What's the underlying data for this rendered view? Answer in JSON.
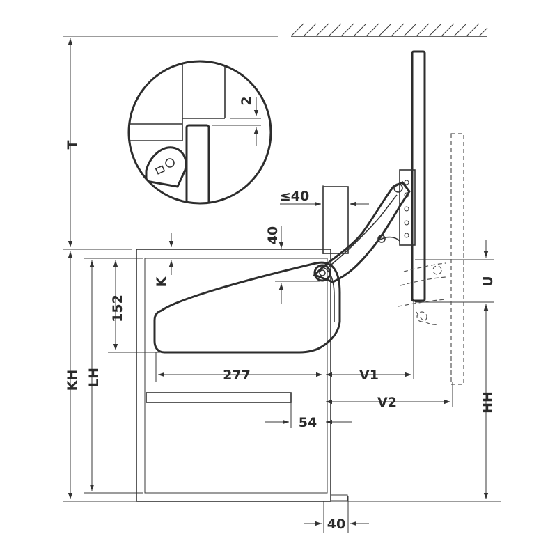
{
  "labels": {
    "T": "T",
    "KH": "KH",
    "LH": "LH",
    "HH": "HH",
    "U": "U",
    "K": "K",
    "V1": "V1",
    "V2": "V2",
    "d152": "152",
    "d277": "277",
    "d54": "54",
    "d40_bottom": "40",
    "d40_top": "40",
    "d_le40": "≤40",
    "d2": "2"
  },
  "colors": {
    "line": "#333333",
    "mechanism_fill": "#f4f4f4",
    "ceiling_hatch": "#444444"
  }
}
